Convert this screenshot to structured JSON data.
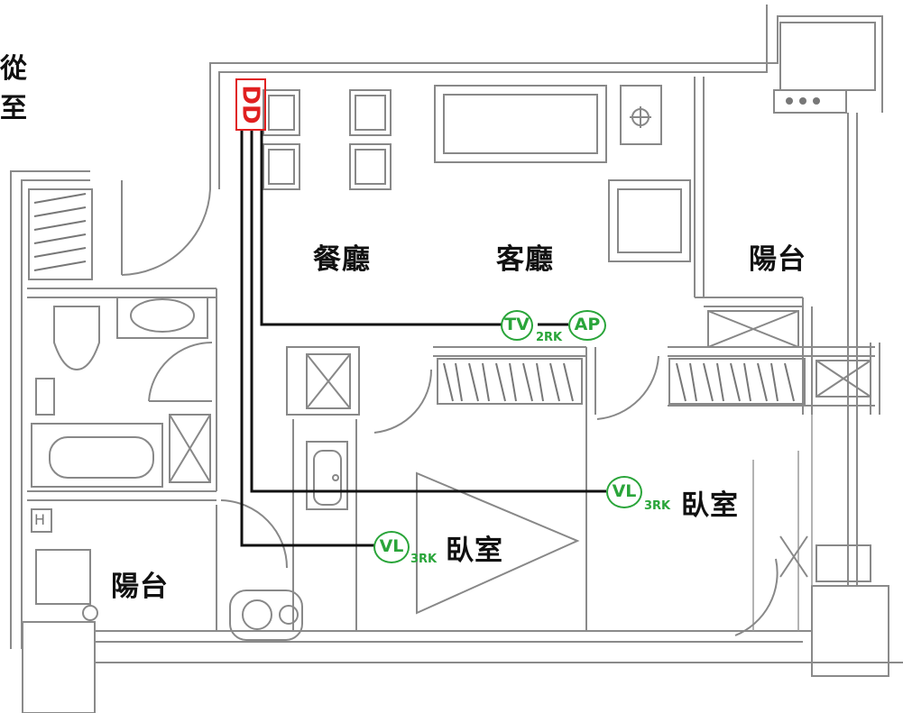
{
  "side_text": [
    "從",
    "至"
  ],
  "rooms": {
    "dining": "餐廳",
    "living": "客廳",
    "balcony_right": "陽台",
    "balcony_left": "陽台",
    "bedroom_main": "臥室",
    "bedroom_right": "臥室"
  },
  "distribution_box": "DD",
  "outlets": {
    "tv": "TV",
    "tv_sub": "2RK",
    "ap": "AP",
    "vl_right": "VL",
    "vl_right_sub": "3RK",
    "vl_main": "VL",
    "vl_main_sub": "3RK"
  },
  "small_mark": "H",
  "colors": {
    "walls": "#8a8a8a",
    "cable": "#111111",
    "outlet": "#2aa53a",
    "distribution_box": "#e02020"
  }
}
